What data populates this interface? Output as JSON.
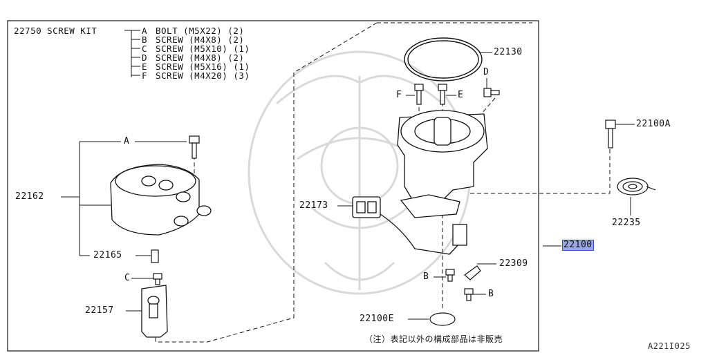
{
  "screw_kit": {
    "number": "22750 SCREW KIT",
    "items": [
      {
        "letter": "A",
        "desc": "BOLT (M5X22) (2)"
      },
      {
        "letter": "B",
        "desc": "SCREW (M4X8) (2)"
      },
      {
        "letter": "C",
        "desc": "SCREW (M5X10) (1)"
      },
      {
        "letter": "D",
        "desc": "SCREW (M4X8) (2)"
      },
      {
        "letter": "E",
        "desc": "SCREW (M5X16) (1)"
      },
      {
        "letter": "F",
        "desc": "SCREW (M4X20) (3)"
      }
    ]
  },
  "part_labels": {
    "seal": "22130",
    "screw_d": "D",
    "screw_f": "F",
    "screw_e": "E",
    "bolt_a": "A",
    "cap": "22162",
    "bolt_22100a": "22100A",
    "spring_22235": "22235",
    "harness": "22173",
    "distributor": "22100",
    "connector_22165": "22165",
    "bracket_22309": "22309",
    "screw_b_1": "B",
    "screw_b_2": "B",
    "screw_c": "C",
    "rotor": "22157",
    "oring": "22100E"
  },
  "note": "（注）表記以外の構成部品は非販売",
  "diagram_code": "A221I025",
  "colors": {
    "highlight": "#9aa6e8",
    "line": "#111111",
    "watermark": "#d6d6d6"
  }
}
